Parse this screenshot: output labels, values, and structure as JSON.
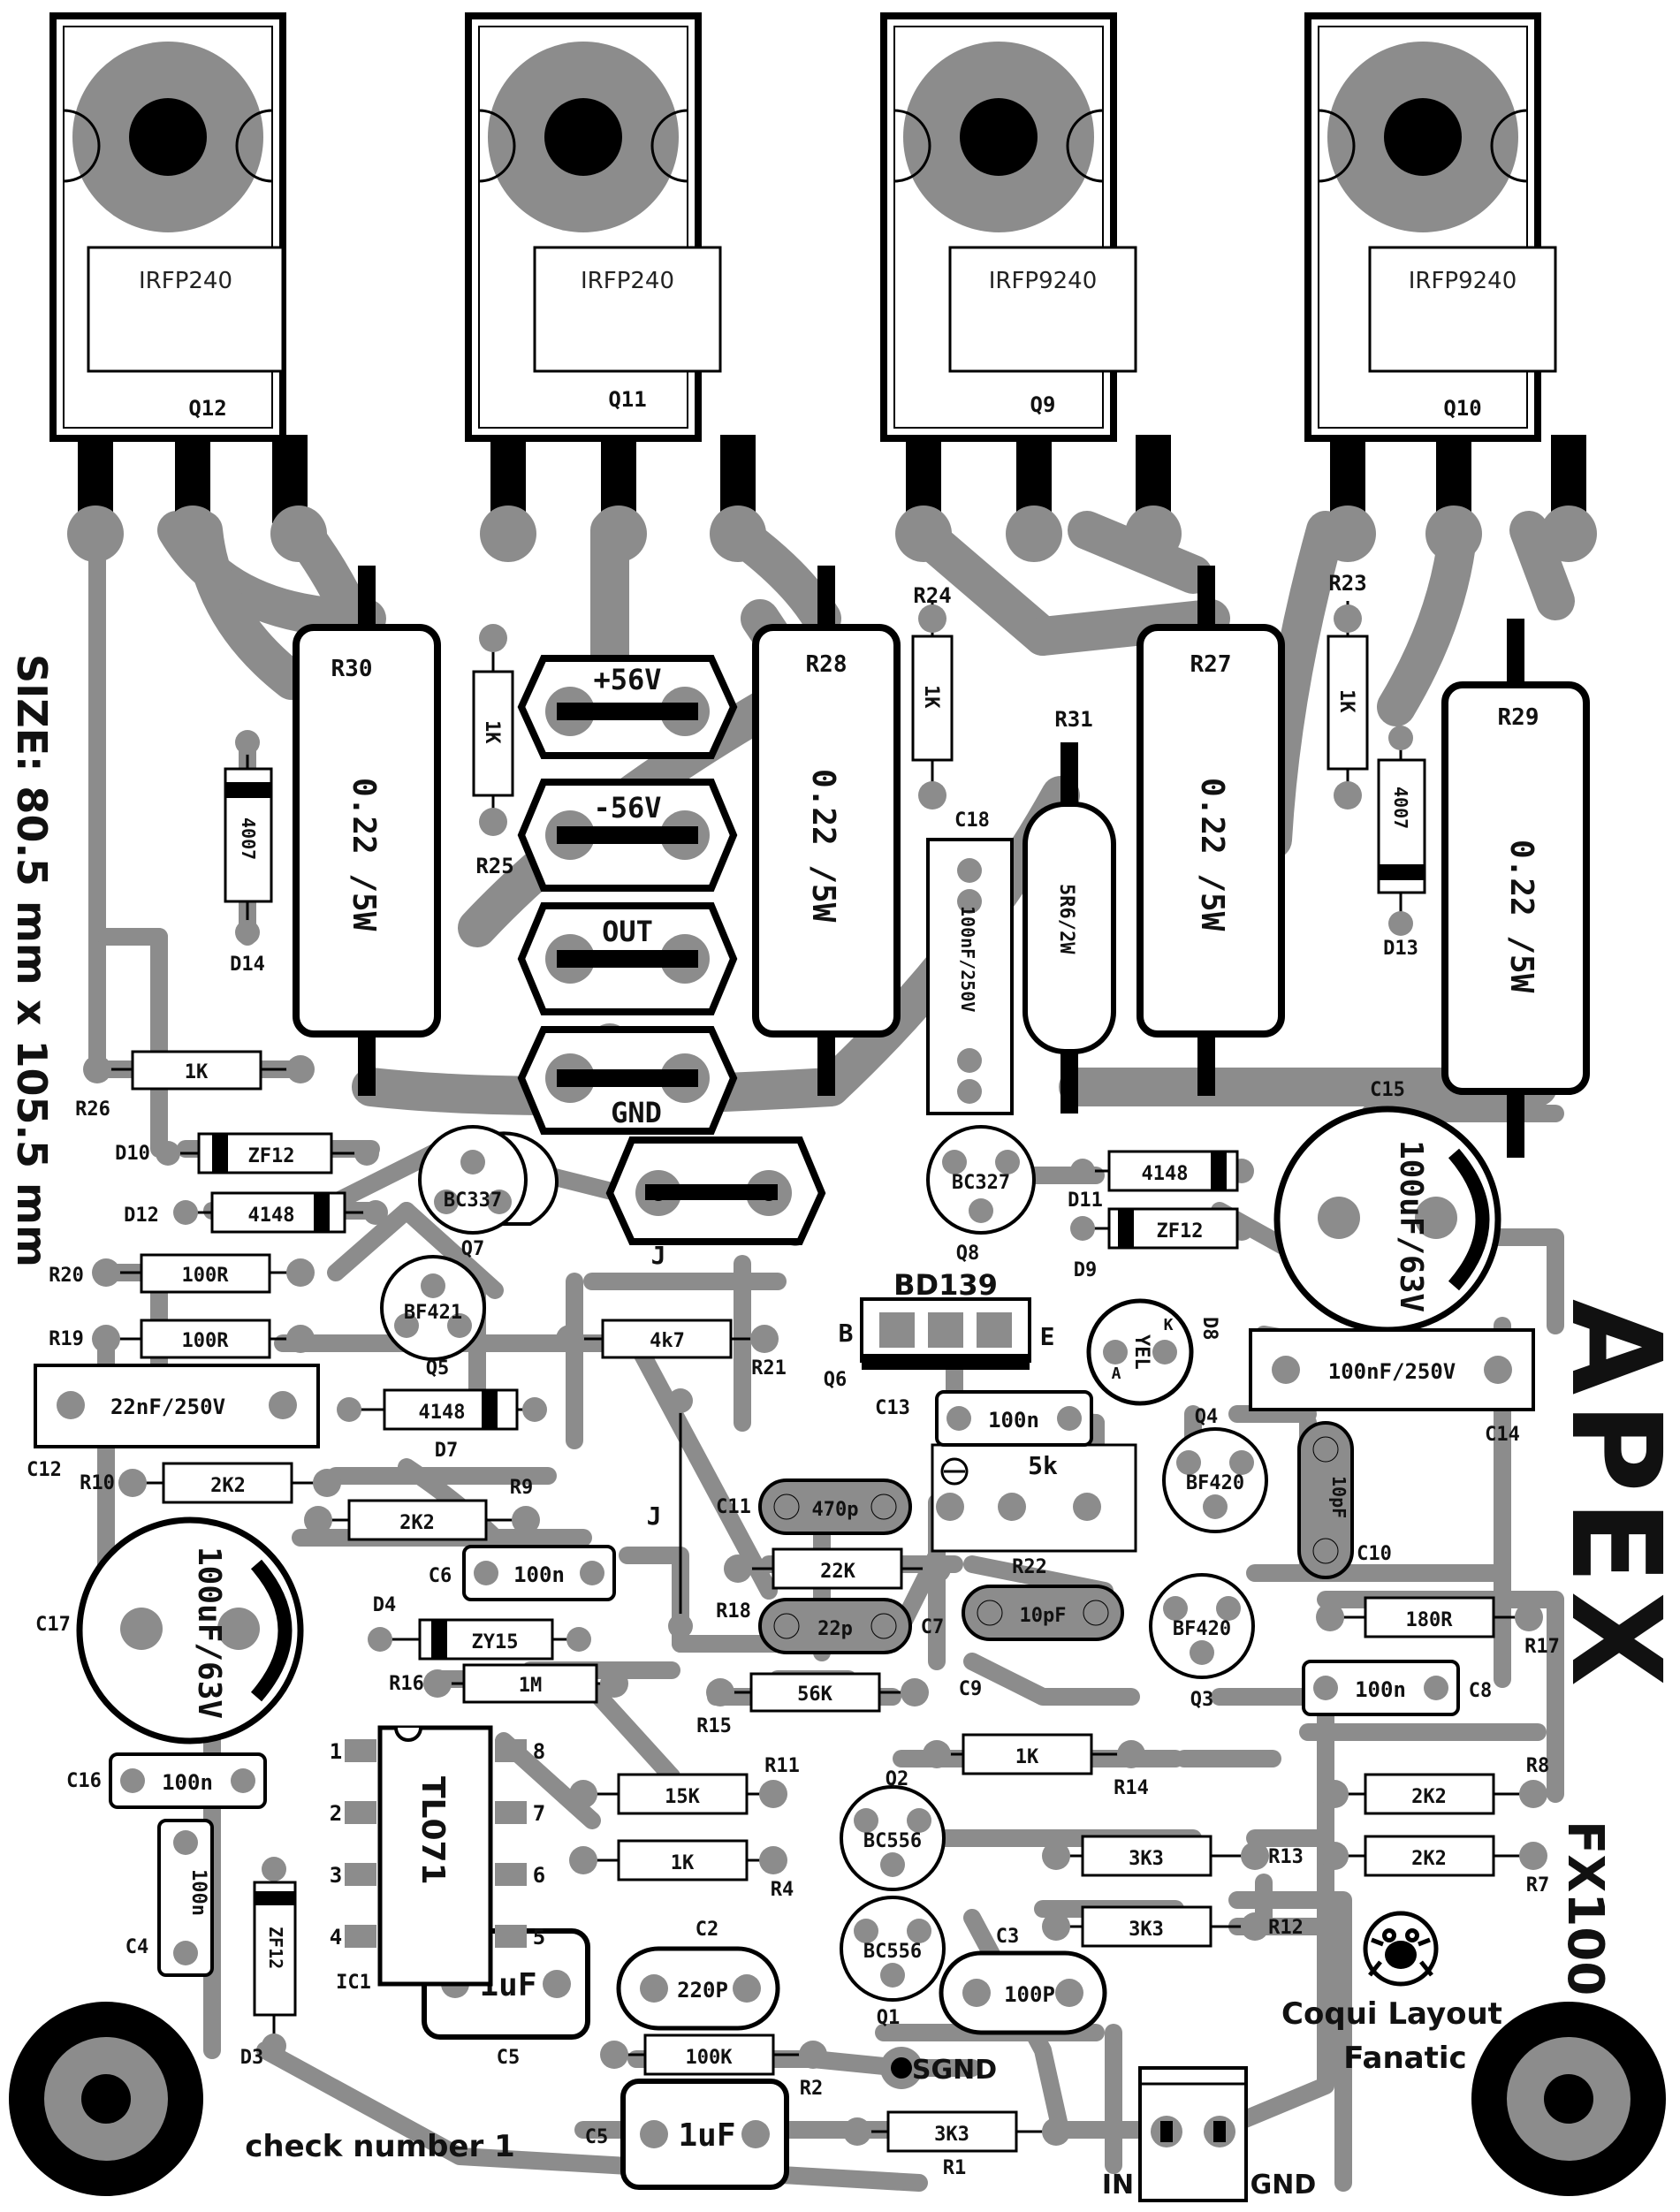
{
  "board": {
    "size_text": "SIZE: 80.5 mm x 105.5 mm",
    "logo": "APEX",
    "model": "FX100",
    "credit_line1": "Coqui Layout",
    "credit_line2": "Fanatic",
    "check_note": "check number 1"
  },
  "colors": {
    "trace": "#8c8c8c",
    "outline": "#000000",
    "background": "#ffffff"
  },
  "transistors_power": [
    {
      "ref": "Q12",
      "part": "IRFP240"
    },
    {
      "ref": "Q11",
      "part": "IRFP240"
    },
    {
      "ref": "Q9",
      "part": "IRFP9240"
    },
    {
      "ref": "Q10",
      "part": "IRFP9240"
    }
  ],
  "power_resistors": [
    {
      "ref": "R30",
      "value": "0.22 /5W"
    },
    {
      "ref": "R28",
      "value": "0.22 /5W"
    },
    {
      "ref": "R27",
      "value": "0.22 /5W"
    },
    {
      "ref": "R29",
      "value": "0.22 /5W"
    },
    {
      "ref": "R31",
      "value": "5R6/2W"
    }
  ],
  "terminals": {
    "pos": "+56V",
    "neg": "-56V",
    "out": "OUT",
    "gnd": "GND",
    "sgnd": "SGND",
    "in": "IN",
    "in_gnd": "GND"
  },
  "resistors": [
    {
      "ref": "R25",
      "value": "1K"
    },
    {
      "ref": "R24",
      "value": "1K"
    },
    {
      "ref": "R23",
      "value": "1K"
    },
    {
      "ref": "R26",
      "value": "1K"
    },
    {
      "ref": "R20",
      "value": "100R"
    },
    {
      "ref": "R19",
      "value": "100R"
    },
    {
      "ref": "R21",
      "value": "4k7"
    },
    {
      "ref": "R10",
      "value": "2K2"
    },
    {
      "ref": "R9",
      "value": "2K2"
    },
    {
      "ref": "R18",
      "value": "22K"
    },
    {
      "ref": "R16",
      "value": "1M"
    },
    {
      "ref": "R15",
      "value": "56K"
    },
    {
      "ref": "R11",
      "value": "15K"
    },
    {
      "ref": "R4",
      "value": "1K"
    },
    {
      "ref": "R14",
      "value": "1K"
    },
    {
      "ref": "R13",
      "value": "3K3"
    },
    {
      "ref": "R12",
      "value": "3K3"
    },
    {
      "ref": "R17",
      "value": "180R"
    },
    {
      "ref": "R8",
      "value": "2K2"
    },
    {
      "ref": "R7",
      "value": "2K2"
    },
    {
      "ref": "R2",
      "value": "100K"
    },
    {
      "ref": "R1",
      "value": "3K3"
    },
    {
      "ref": "R22",
      "value": "5k"
    }
  ],
  "capacitors": [
    {
      "ref": "C18",
      "value": "100nF/250V"
    },
    {
      "ref": "C15",
      "value": "100uF/63V"
    },
    {
      "ref": "C14",
      "value": "100nF/250V"
    },
    {
      "ref": "C12",
      "value": "22nF/250V"
    },
    {
      "ref": "C13",
      "value": "100n"
    },
    {
      "ref": "C11",
      "value": "470p"
    },
    {
      "ref": "C6",
      "value": "100n"
    },
    {
      "ref": "C7",
      "value": "22p"
    },
    {
      "ref": "C9",
      "value": "10pF"
    },
    {
      "ref": "C10",
      "value": "10pF"
    },
    {
      "ref": "C8",
      "value": "100n"
    },
    {
      "ref": "C17",
      "value": "100uF/63V"
    },
    {
      "ref": "C16",
      "value": "100n"
    },
    {
      "ref": "C4",
      "value": "100n"
    },
    {
      "ref": "C5",
      "value": "1uF"
    },
    {
      "ref": "C2",
      "value": "220P"
    },
    {
      "ref": "C3",
      "value": "100P"
    }
  ],
  "diodes": [
    {
      "ref": "D14",
      "part": "4007"
    },
    {
      "ref": "D13",
      "part": "4007"
    },
    {
      "ref": "D10",
      "part": "ZF12"
    },
    {
      "ref": "D12",
      "part": "4148"
    },
    {
      "ref": "D11",
      "part": "4148"
    },
    {
      "ref": "D9",
      "part": "ZF12"
    },
    {
      "ref": "D7",
      "part": "4148"
    },
    {
      "ref": "D4",
      "part": "ZY15"
    },
    {
      "ref": "D3",
      "part": "ZF12"
    },
    {
      "ref": "D8",
      "part": "YEL"
    }
  ],
  "small_transistors": [
    {
      "ref": "Q7",
      "part": "BC337"
    },
    {
      "ref": "Q8",
      "part": "BC327"
    },
    {
      "ref": "Q5",
      "part": "BF421"
    },
    {
      "ref": "Q4",
      "part": "BF420"
    },
    {
      "ref": "Q3",
      "part": "BF420"
    },
    {
      "ref": "Q2",
      "part": "BC556"
    },
    {
      "ref": "Q1",
      "part": "BC556"
    },
    {
      "ref": "Q6",
      "part": "BD139"
    }
  ],
  "ic": {
    "ref": "IC1",
    "part": "TL071",
    "pins": [
      "1",
      "2",
      "3",
      "4",
      "5",
      "6",
      "7",
      "8"
    ]
  },
  "misc_labels": {
    "b": "B",
    "e": "E",
    "a": "A",
    "k": "K",
    "j": "J"
  }
}
